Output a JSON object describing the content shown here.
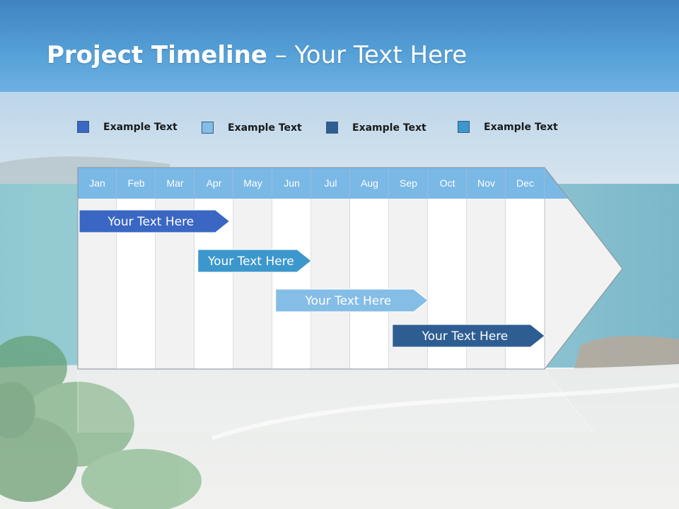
{
  "slide": {
    "title_bold": "Project Timeline",
    "title_rest": " – Your Text Here"
  },
  "legend": [
    {
      "label": "Example Text",
      "color": "#3a67c4"
    },
    {
      "label": "Example Text",
      "color": "#84bde6"
    },
    {
      "label": "Example Text",
      "color": "#2e5d92"
    },
    {
      "label": "Example Text",
      "color": "#3c97cc"
    }
  ],
  "timeline": {
    "months": [
      "Jan",
      "Feb",
      "Mar",
      "Apr",
      "May",
      "Jun",
      "Jul",
      "Aug",
      "Sep",
      "Oct",
      "Nov",
      "Dec"
    ],
    "header_color": "#7ab8e6",
    "tasks": [
      {
        "label": "Your  Text Here",
        "start": 0,
        "end": 3.9,
        "color": "#3a67c4"
      },
      {
        "label": "Your  Text Here",
        "start": 3.05,
        "end": 6,
        "color": "#3c97cc"
      },
      {
        "label": "Your  Text Here",
        "start": 5.05,
        "end": 9,
        "color": "#84bde6"
      },
      {
        "label": "Your  Text Here",
        "start": 8.05,
        "end": 12,
        "color": "#2e5d92"
      }
    ]
  }
}
